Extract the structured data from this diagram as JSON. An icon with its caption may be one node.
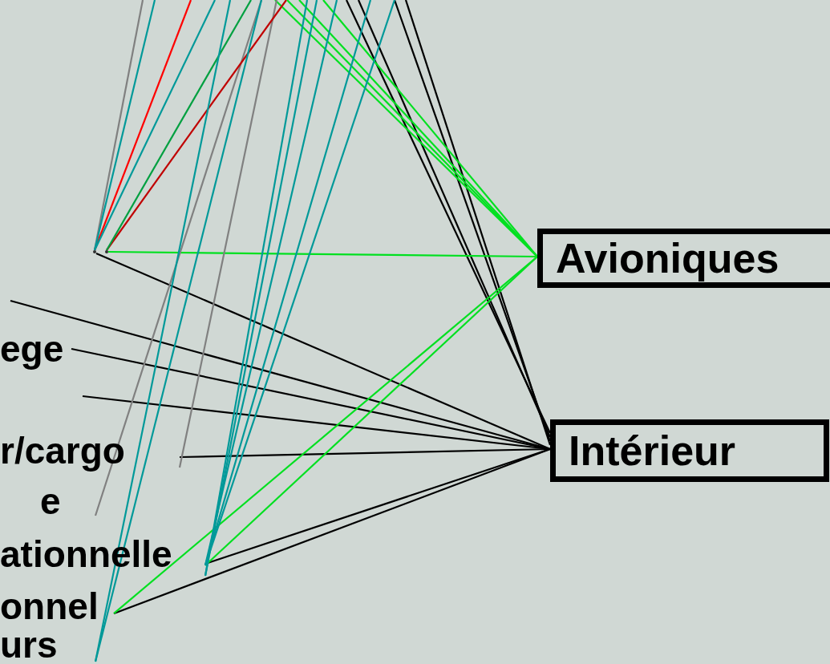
{
  "diagram": {
    "nodes": [
      {
        "text": [
          "Avioniques"
        ]
      },
      {
        "text": [
          "Intérieur"
        ]
      },
      {
        "text": [
          "ege"
        ]
      },
      {
        "text": [
          "r/cargo"
        ]
      },
      {
        "text": [
          "e"
        ]
      },
      {
        "text": [
          "ationnelle"
        ]
      },
      {
        "text": [
          "onnel"
        ]
      },
      {
        "text": [
          "urs"
        ]
      },
      {
        "text": [],
        "shape": "dot"
      },
      {
        "text": [],
        "shape": "dot"
      }
    ],
    "edges": [
      {
        "from": 8,
        "to": 1,
        "arrow": "none"
      },
      {
        "from": null,
        "to": 1,
        "arrow": "none"
      },
      {
        "from": 2,
        "to": 1,
        "arrow": "none"
      },
      {
        "from": null,
        "to": 1,
        "arrow": "none"
      },
      {
        "from": 3,
        "to": 1,
        "arrow": "none"
      },
      {
        "from": 5,
        "to": 1,
        "arrow": "none"
      },
      {
        "from": 6,
        "to": 1,
        "arrow": "none"
      },
      {
        "from": null,
        "to": 1,
        "arrow": "none"
      },
      {
        "from": null,
        "to": 1,
        "arrow": "none"
      },
      {
        "from": null,
        "to": 1,
        "arrow": "none"
      },
      {
        "from": null,
        "to": 1,
        "arrow": "none"
      },
      {
        "from": 9,
        "to": 0,
        "arrow": "none",
        "color": "#00e020"
      },
      {
        "from": null,
        "to": 0,
        "arrow": "none",
        "color": "#00e020"
      },
      {
        "from": null,
        "to": 0,
        "arrow": "none",
        "color": "#00e020"
      },
      {
        "from": null,
        "to": 0,
        "arrow": "none",
        "color": "#00e020"
      },
      {
        "from": null,
        "to": 0,
        "arrow": "none",
        "color": "#00e020"
      },
      {
        "from": 5,
        "to": 0,
        "arrow": "none",
        "color": "#00e020"
      },
      {
        "from": 6,
        "to": 0,
        "arrow": "none",
        "color": "#00e020"
      },
      {
        "from": 8,
        "to": null,
        "arrow": "none",
        "color": "#808080"
      },
      {
        "from": 4,
        "to": null,
        "arrow": "none",
        "color": "#808080"
      },
      {
        "from": 3,
        "to": null,
        "arrow": "none",
        "color": "#808080"
      },
      {
        "from": 8,
        "to": null,
        "arrow": "none",
        "color": "#ff0000"
      },
      {
        "from": 9,
        "to": null,
        "arrow": "none",
        "color": "#c00000"
      },
      {
        "from": 9,
        "to": null,
        "arrow": "none",
        "color": "#00a040"
      },
      {
        "from": 8,
        "to": null,
        "arrow": "none",
        "color": "#009999"
      },
      {
        "from": 8,
        "to": null,
        "arrow": "none",
        "color": "#009999"
      },
      {
        "from": 7,
        "to": null,
        "arrow": "none",
        "color": "#009999"
      },
      {
        "from": 7,
        "to": null,
        "arrow": "none",
        "color": "#009999"
      },
      {
        "from": 5,
        "to": null,
        "arrow": "none",
        "color": "#009999"
      },
      {
        "from": 5,
        "to": null,
        "arrow": "none",
        "color": "#009999"
      },
      {
        "from": 5,
        "to": null,
        "arrow": "none",
        "color": "#009999"
      },
      {
        "from": 5,
        "to": null,
        "arrow": "none",
        "color": "#009999"
      },
      {
        "from": 5,
        "to": null,
        "arrow": "none",
        "color": "#009999"
      }
    ]
  }
}
